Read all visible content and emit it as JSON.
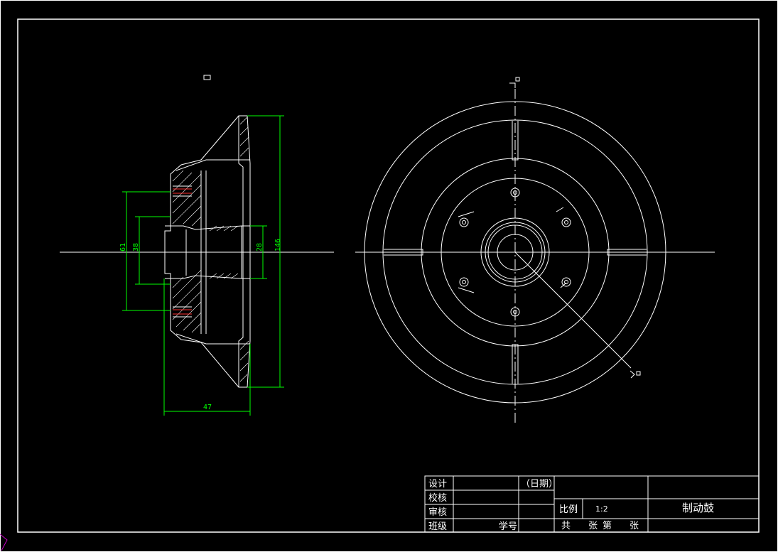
{
  "colors": {
    "background": "#000000",
    "lines": "#ffffff",
    "dimensions": "#00ff00",
    "accent": "#ff3030",
    "corner": "#cc00cc"
  },
  "dimensions": {
    "d61": "61",
    "d38": "38",
    "d28": "28",
    "d146": "146",
    "d47": "47"
  },
  "title_block": {
    "design": "设计",
    "date": "（日期）",
    "check": "校核",
    "review": "审核",
    "class": "班级",
    "student_no": "学号",
    "scale_label": "比例",
    "scale_value": "1:2",
    "title": "制动鼓",
    "sheets_total": "共",
    "sheets_unit": "张",
    "sheet_no": "第",
    "sheet_unit2": "张"
  }
}
